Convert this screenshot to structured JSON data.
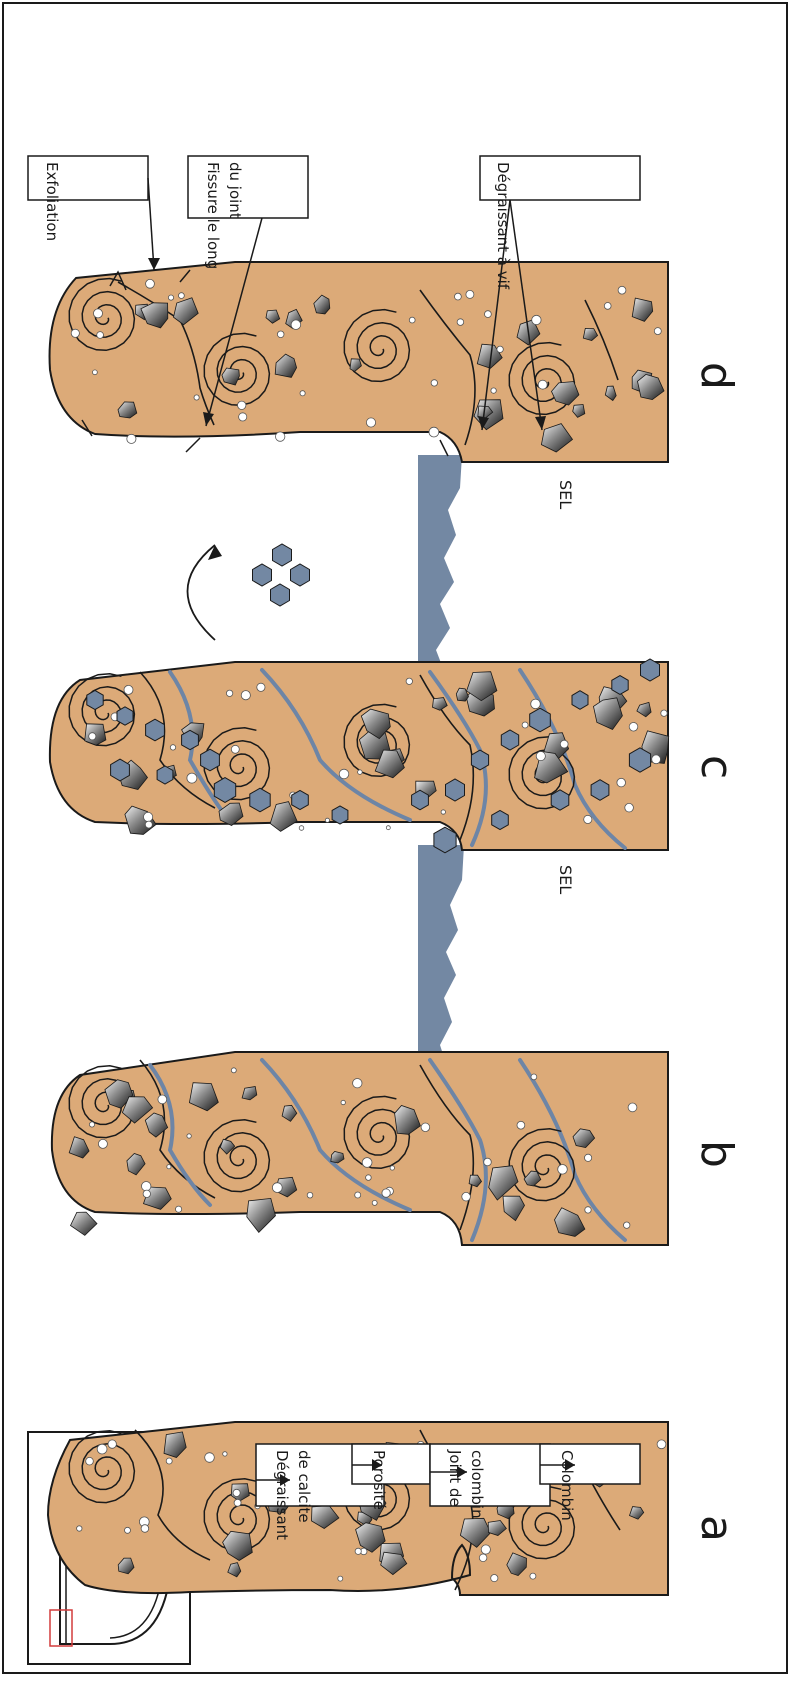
{
  "labels": {
    "calcite": [
      "Dégraissant",
      "de calcite"
    ],
    "porosite": [
      "Porosité"
    ],
    "joint_colombin": [
      "Joint de",
      "colombin"
    ],
    "colombin": [
      "Colombin"
    ],
    "exfoliation": [
      "Exfoliation"
    ],
    "fissure": [
      "Fissure le long",
      "du joint"
    ],
    "degraissant_vif": [
      "Dégraissant à vif"
    ]
  },
  "panels": [
    {
      "letter": "a",
      "salt": false,
      "salt_label": ""
    },
    {
      "letter": "b",
      "salt": true,
      "salt_label": "SEL"
    },
    {
      "letter": "c",
      "salt": true,
      "salt_label": "SEL"
    },
    {
      "letter": "d",
      "salt": false,
      "salt_label": ""
    }
  ],
  "colors": {
    "clay": "#dcaa78",
    "salt": "#7388a3",
    "outline": "#1a1a1a",
    "inset_marker": "#d23c3c",
    "vein": "#6d85a6"
  }
}
